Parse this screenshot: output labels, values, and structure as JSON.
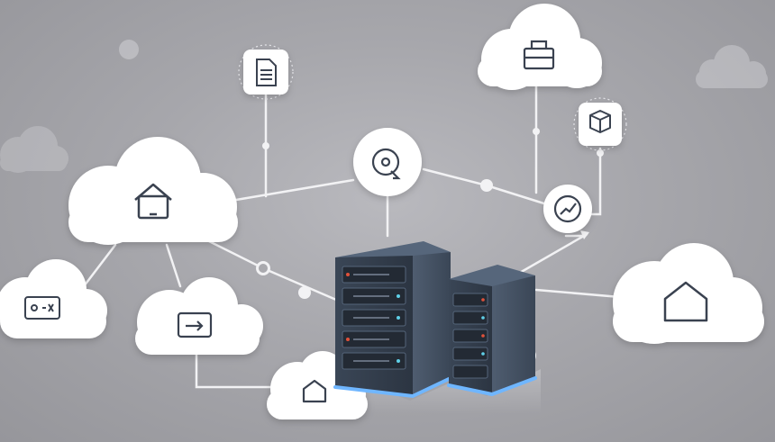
{
  "diagram": {
    "description_visible_text": [],
    "nodes": [
      {
        "id": "cloud-home-tablet",
        "icon": "home-tablet-icon"
      },
      {
        "id": "cloud-dashboard",
        "icon": "dashboard-icon"
      },
      {
        "id": "cloud-transfer",
        "icon": "transfer-arrow-icon"
      },
      {
        "id": "cloud-house",
        "icon": "house-outline-icon"
      },
      {
        "id": "cloud-toolbox",
        "icon": "toolbox-icon"
      },
      {
        "id": "cloud-home-right",
        "icon": "house-outline-icon"
      },
      {
        "id": "badge-document",
        "icon": "document-icon"
      },
      {
        "id": "badge-package",
        "icon": "package-box-icon"
      },
      {
        "id": "circle-disc",
        "icon": "disc-drive-icon"
      },
      {
        "id": "circle-gauge",
        "icon": "speed-gauge-icon"
      },
      {
        "id": "server-rack-large",
        "icon": "server-rack-icon"
      },
      {
        "id": "server-rack-small",
        "icon": "server-rack-icon"
      }
    ],
    "colors": {
      "background": "#a9a9ae",
      "cloud_fill": "#ffffff",
      "connector": "#f2f2f4",
      "icon_stroke": "#3a4250",
      "server_body": "#3c4858",
      "server_glow": "#6fb6ff",
      "led_red": "#e0513a",
      "led_cyan": "#5fd0e8"
    }
  }
}
